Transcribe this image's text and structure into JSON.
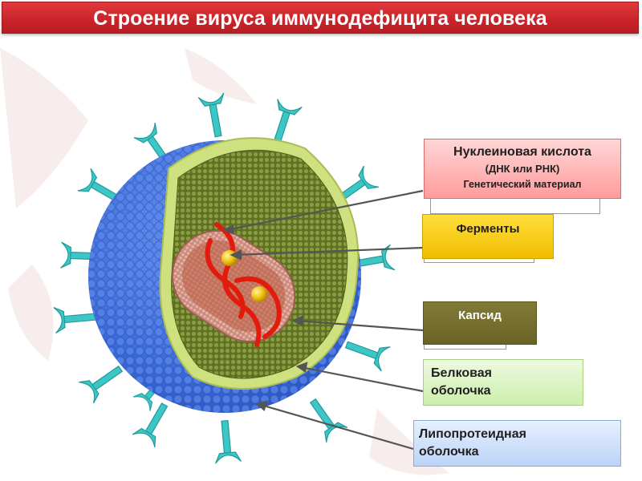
{
  "title": "Строение вируса иммунодефицита человека",
  "labels": {
    "nucleic_acid_title": "Нуклеиновая кислота",
    "nucleic_acid_sub": "(ДНК или РНК)",
    "nucleic_acid_sub2": "Генетический материал",
    "enzymes": "Ферменты",
    "capsid": "Капсид",
    "protein_shell_line1": "Белковая",
    "protein_shell_line2": "оболочка",
    "lipoprotein_shell_line1": "Липопротеидная",
    "lipoprotein_shell_line2": "оболочка"
  },
  "colors": {
    "title_bar": "#c8232a",
    "envelope": "#4a78e0",
    "spikes": "#36c4c4",
    "protein_shell": "#cde07a",
    "matrix": "#6e7f2c",
    "capsid_cone": "#d49a8a",
    "rna": "#e02010",
    "enzyme_balls": "#f0c010",
    "nucleic_box": "#ff9c9c",
    "enzyme_box": "#f0bd00",
    "capsid_box": "#6a6326",
    "protein_box": "#cdefab",
    "lipo_box": "#bcd3f7"
  }
}
